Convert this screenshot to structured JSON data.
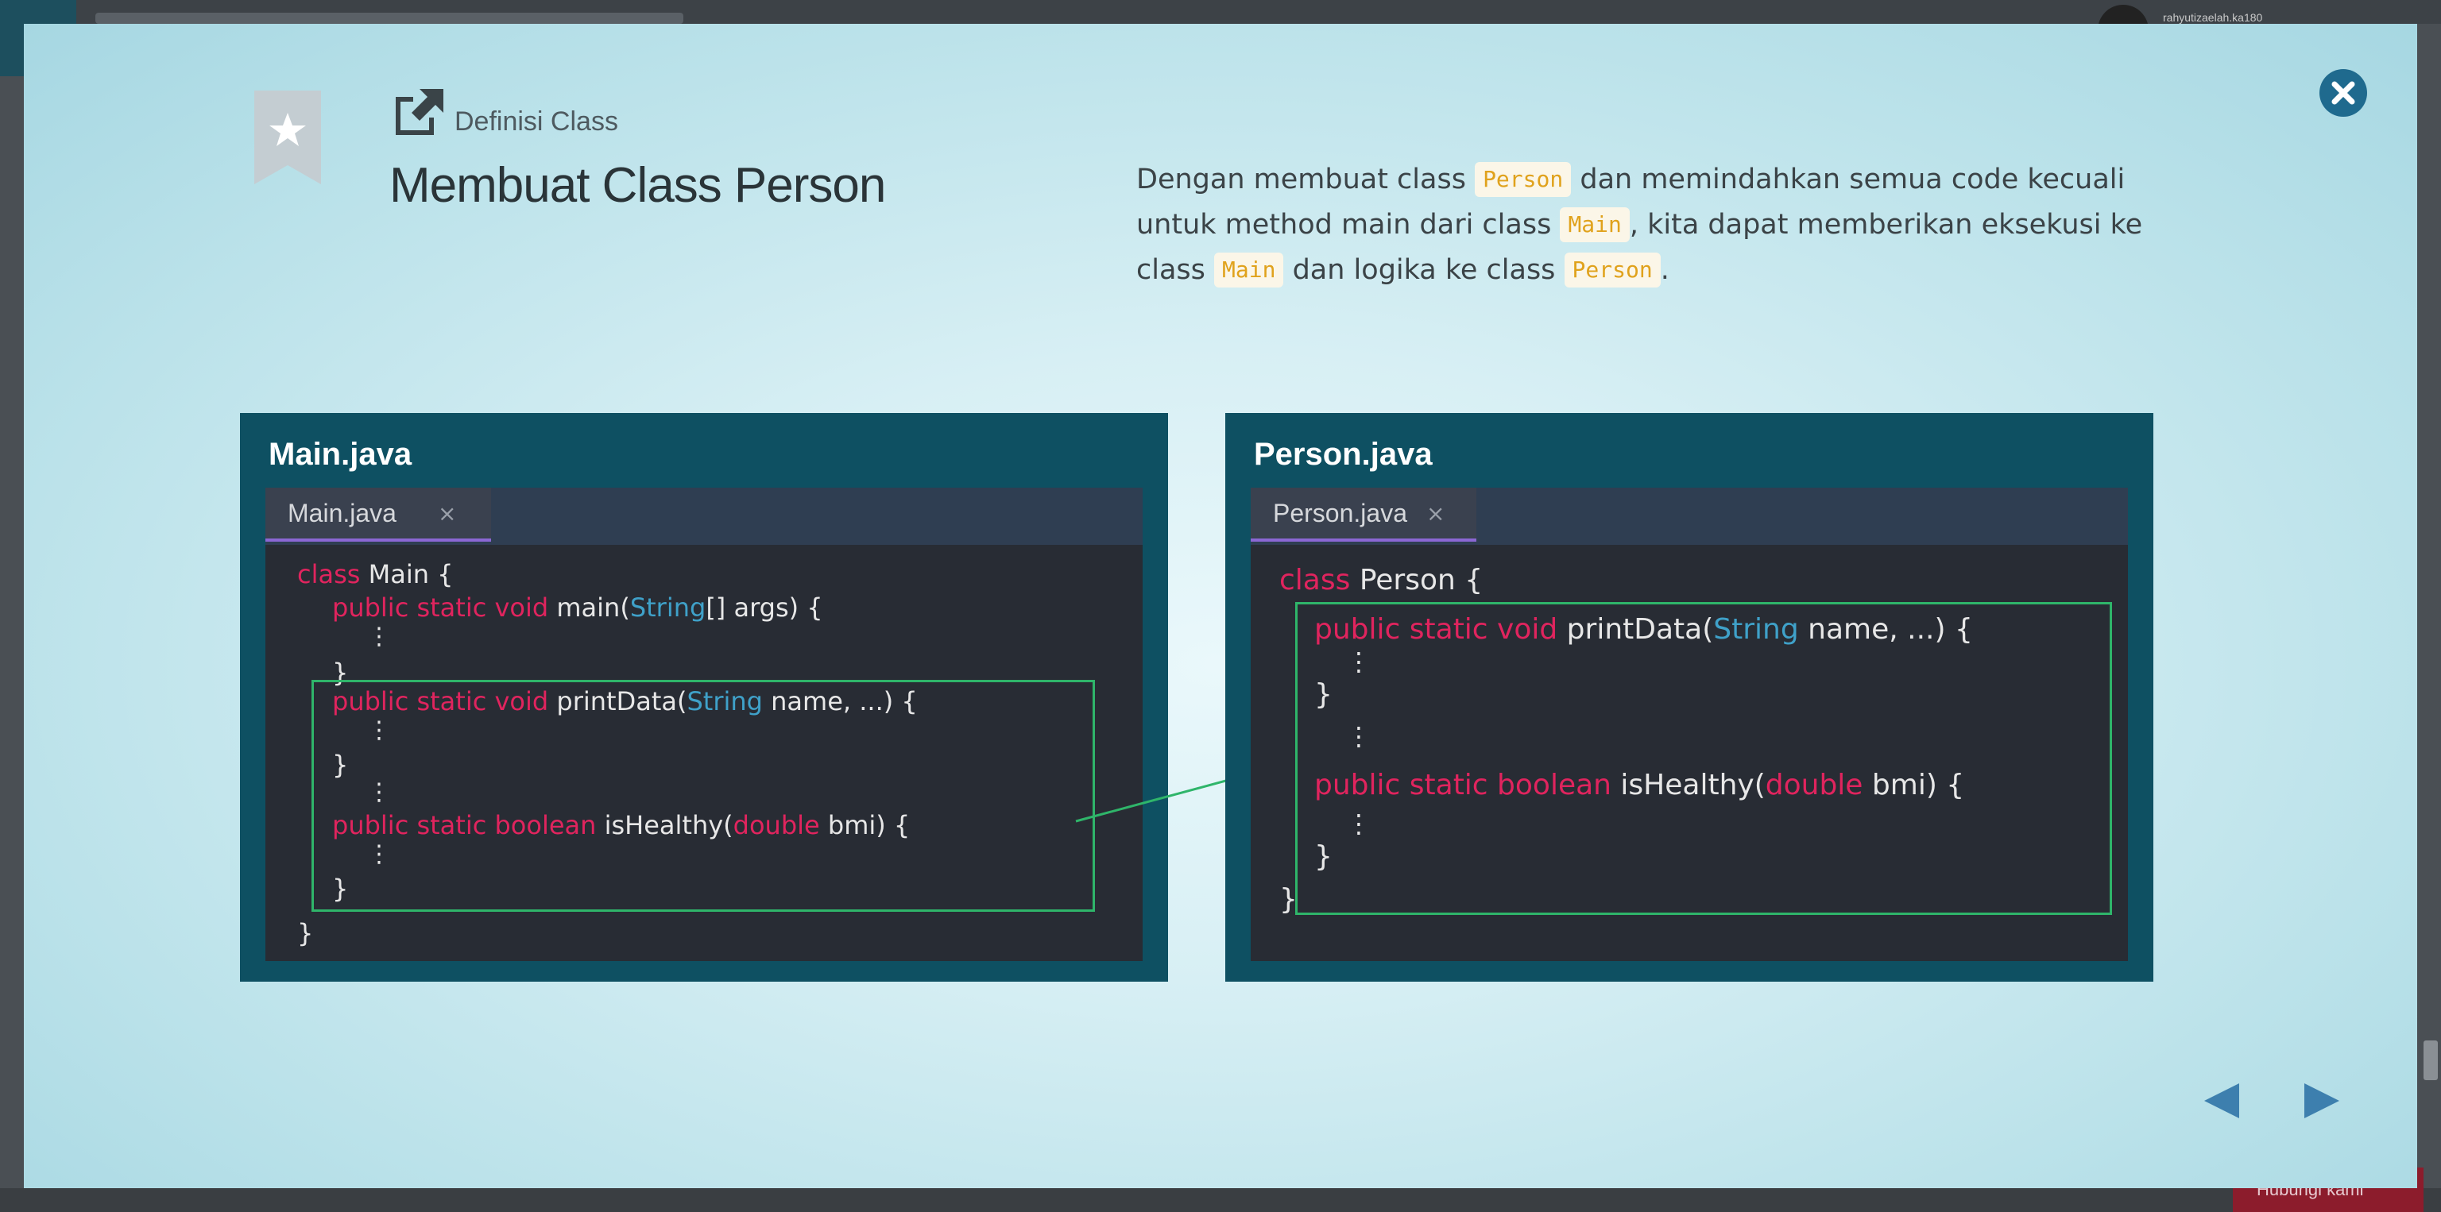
{
  "background": {
    "username": "rahyutizaelah.ka180"
  },
  "modal": {
    "subtitle": "Definisi Class",
    "title": "Membuat Class Person",
    "description": {
      "p1": "Dengan membuat class ",
      "c1": "Person",
      "p2": " dan memindahkan semua code kecuali untuk method main dari class ",
      "c2": "Main",
      "p3": ", kita dapat memberikan eksekusi ke class ",
      "c3": "Main",
      "p4": " dan logika ke class ",
      "c4": "Person",
      "p5": "."
    },
    "icons": {
      "bookmark": "bookmark-star-icon",
      "external": "external-link-icon",
      "close": "close-icon",
      "prev": "triangle-left-icon",
      "next": "triangle-right-icon"
    },
    "colors": {
      "panel": "#0e5062",
      "editor": "#282c34",
      "keyword": "#e0245e",
      "type": "#3fa1c9",
      "highlight": "#2fb56a",
      "tab_underline": "#8b67d4",
      "chip_text": "#e0a21c"
    }
  },
  "slide": {
    "left": {
      "panel_title": "Main.java",
      "tab_label": "Main.java",
      "tab_close": "×",
      "code": {
        "class_kw": "class",
        "class_name": " Main {",
        "main_mods": "public static void",
        "main_name": " main(",
        "main_type": "String",
        "main_rest": "[] args) {",
        "brace1": "}",
        "pd_mods": "public static void",
        "pd_name": " printData(",
        "pd_type": "String",
        "pd_rest": " name, ...) {",
        "brace2": "}",
        "hh_mods": "public static boolean",
        "hh_name": " isHealthy(",
        "hh_type": "double",
        "hh_rest": " bmi) {",
        "brace3": "}",
        "brace_end": "}",
        "dots": "⋮"
      }
    },
    "right": {
      "panel_title": "Person.java",
      "tab_label": "Person.java",
      "tab_close": "×",
      "code": {
        "class_kw": "class",
        "class_name": " Person {",
        "pd_mods": "public static void",
        "pd_name": " printData(",
        "pd_type": "String",
        "pd_rest": " name, ...) {",
        "brace1": "}",
        "hh_mods": "public static boolean",
        "hh_name": " isHealthy(",
        "hh_type": "double",
        "hh_rest": " bmi) {",
        "brace2": "}",
        "brace_end": "}",
        "dots": "⋮"
      }
    }
  },
  "footer": {
    "button_label": "Hubungi kami"
  }
}
